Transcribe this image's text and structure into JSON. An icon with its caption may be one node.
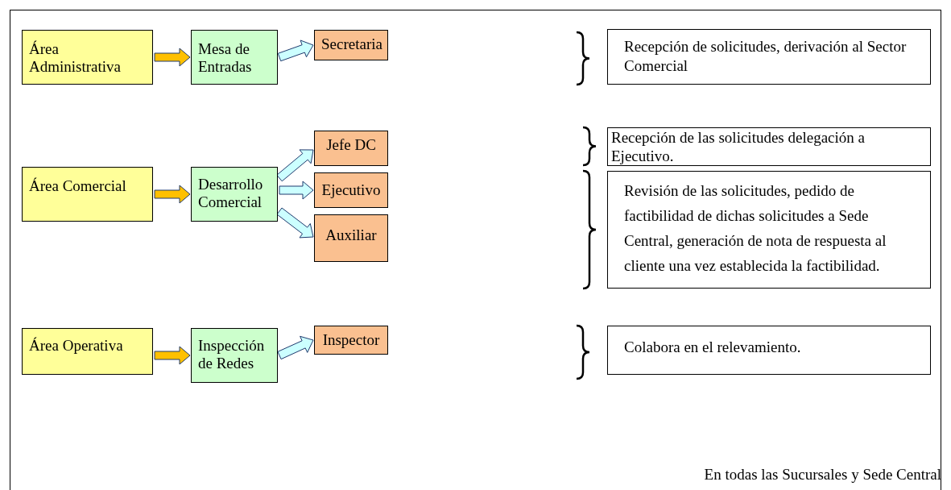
{
  "diagram": {
    "nodes": [
      {
        "text": [
          "Área Administrativa"
        ]
      },
      {
        "text": [
          "Mesa de Entradas"
        ]
      },
      {
        "text": [
          "Secretaria"
        ]
      },
      {
        "text": [
          "Recepción de solicitudes, derivación al Sector Comercial"
        ]
      },
      {
        "text": [
          "Área Comercial"
        ]
      },
      {
        "text": [
          "Desarrollo Comercial"
        ]
      },
      {
        "text": [
          "Jefe DC"
        ]
      },
      {
        "text": [
          "Recepción de las  solicitudes delegación a Ejecutivo."
        ]
      },
      {
        "text": [
          "Ejecutivo"
        ]
      },
      {
        "text": [
          "Auxiliar"
        ]
      },
      {
        "text": [
          "Revisión de las  solicitudes, pedido de factibilidad de dichas solicitudes a Sede Central, generación de nota de respuesta al cliente una vez establecida la factibilidad."
        ]
      },
      {
        "text": [
          "Área Operativa"
        ]
      },
      {
        "text": [
          "Inspección de Redes"
        ]
      },
      {
        "text": [
          "Inspector"
        ]
      },
      {
        "text": [
          "Colabora en el relevamiento."
        ]
      }
    ],
    "edges": [
      {
        "from": 0,
        "to": 1,
        "arrow": "to",
        "color": "#ffc000"
      },
      {
        "from": 1,
        "to": 2,
        "arrow": "to"
      },
      {
        "from": 4,
        "to": 5,
        "arrow": "to",
        "color": "#ffc000"
      },
      {
        "from": 5,
        "to": 6,
        "arrow": "to"
      },
      {
        "from": 5,
        "to": 8,
        "arrow": "to"
      },
      {
        "from": 5,
        "to": 9,
        "arrow": "to"
      },
      {
        "from": 11,
        "to": 12,
        "arrow": "to",
        "color": "#ffc000"
      },
      {
        "from": 12,
        "to": 13,
        "arrow": "to"
      }
    ],
    "labels": [
      "En todas las Sucursales y  Sede Central"
    ]
  }
}
